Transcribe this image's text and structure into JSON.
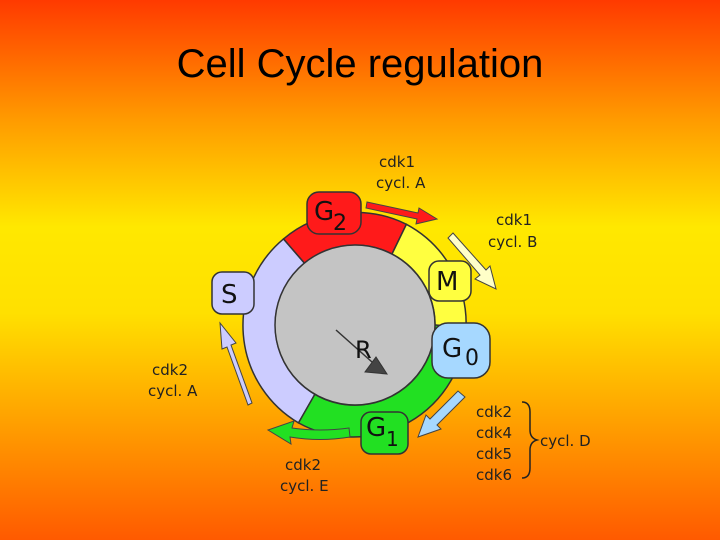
{
  "slide": {
    "title": "Cell Cycle regulation"
  },
  "phases": {
    "g2": {
      "letter": "G",
      "sub": "2"
    },
    "m": {
      "letter": "M"
    },
    "g0": {
      "letter": "G",
      "sub": "0"
    },
    "g1": {
      "letter": "G",
      "sub": "1"
    },
    "s": {
      "letter": "S"
    },
    "r": {
      "letter": "R"
    }
  },
  "labels": {
    "cdk1_a": [
      "cdk1",
      "cycl. A"
    ],
    "cdk1_b": [
      "cdk1",
      "cycl. B"
    ],
    "cdk2_a": [
      "cdk2",
      "cycl. A"
    ],
    "cdk2_e": [
      "cdk2",
      "cycl. E"
    ],
    "cdk_d": [
      "cdk2",
      "cdk4",
      "cdk5",
      "cdk6"
    ],
    "cycl_d": "cycl. D"
  },
  "colors": {
    "g2": "#ff1a1a",
    "m": "#ffff40",
    "g0": "#a6d8ff",
    "g1": "#22e022",
    "s": "#ccccff",
    "center": "#c4c4c4"
  }
}
